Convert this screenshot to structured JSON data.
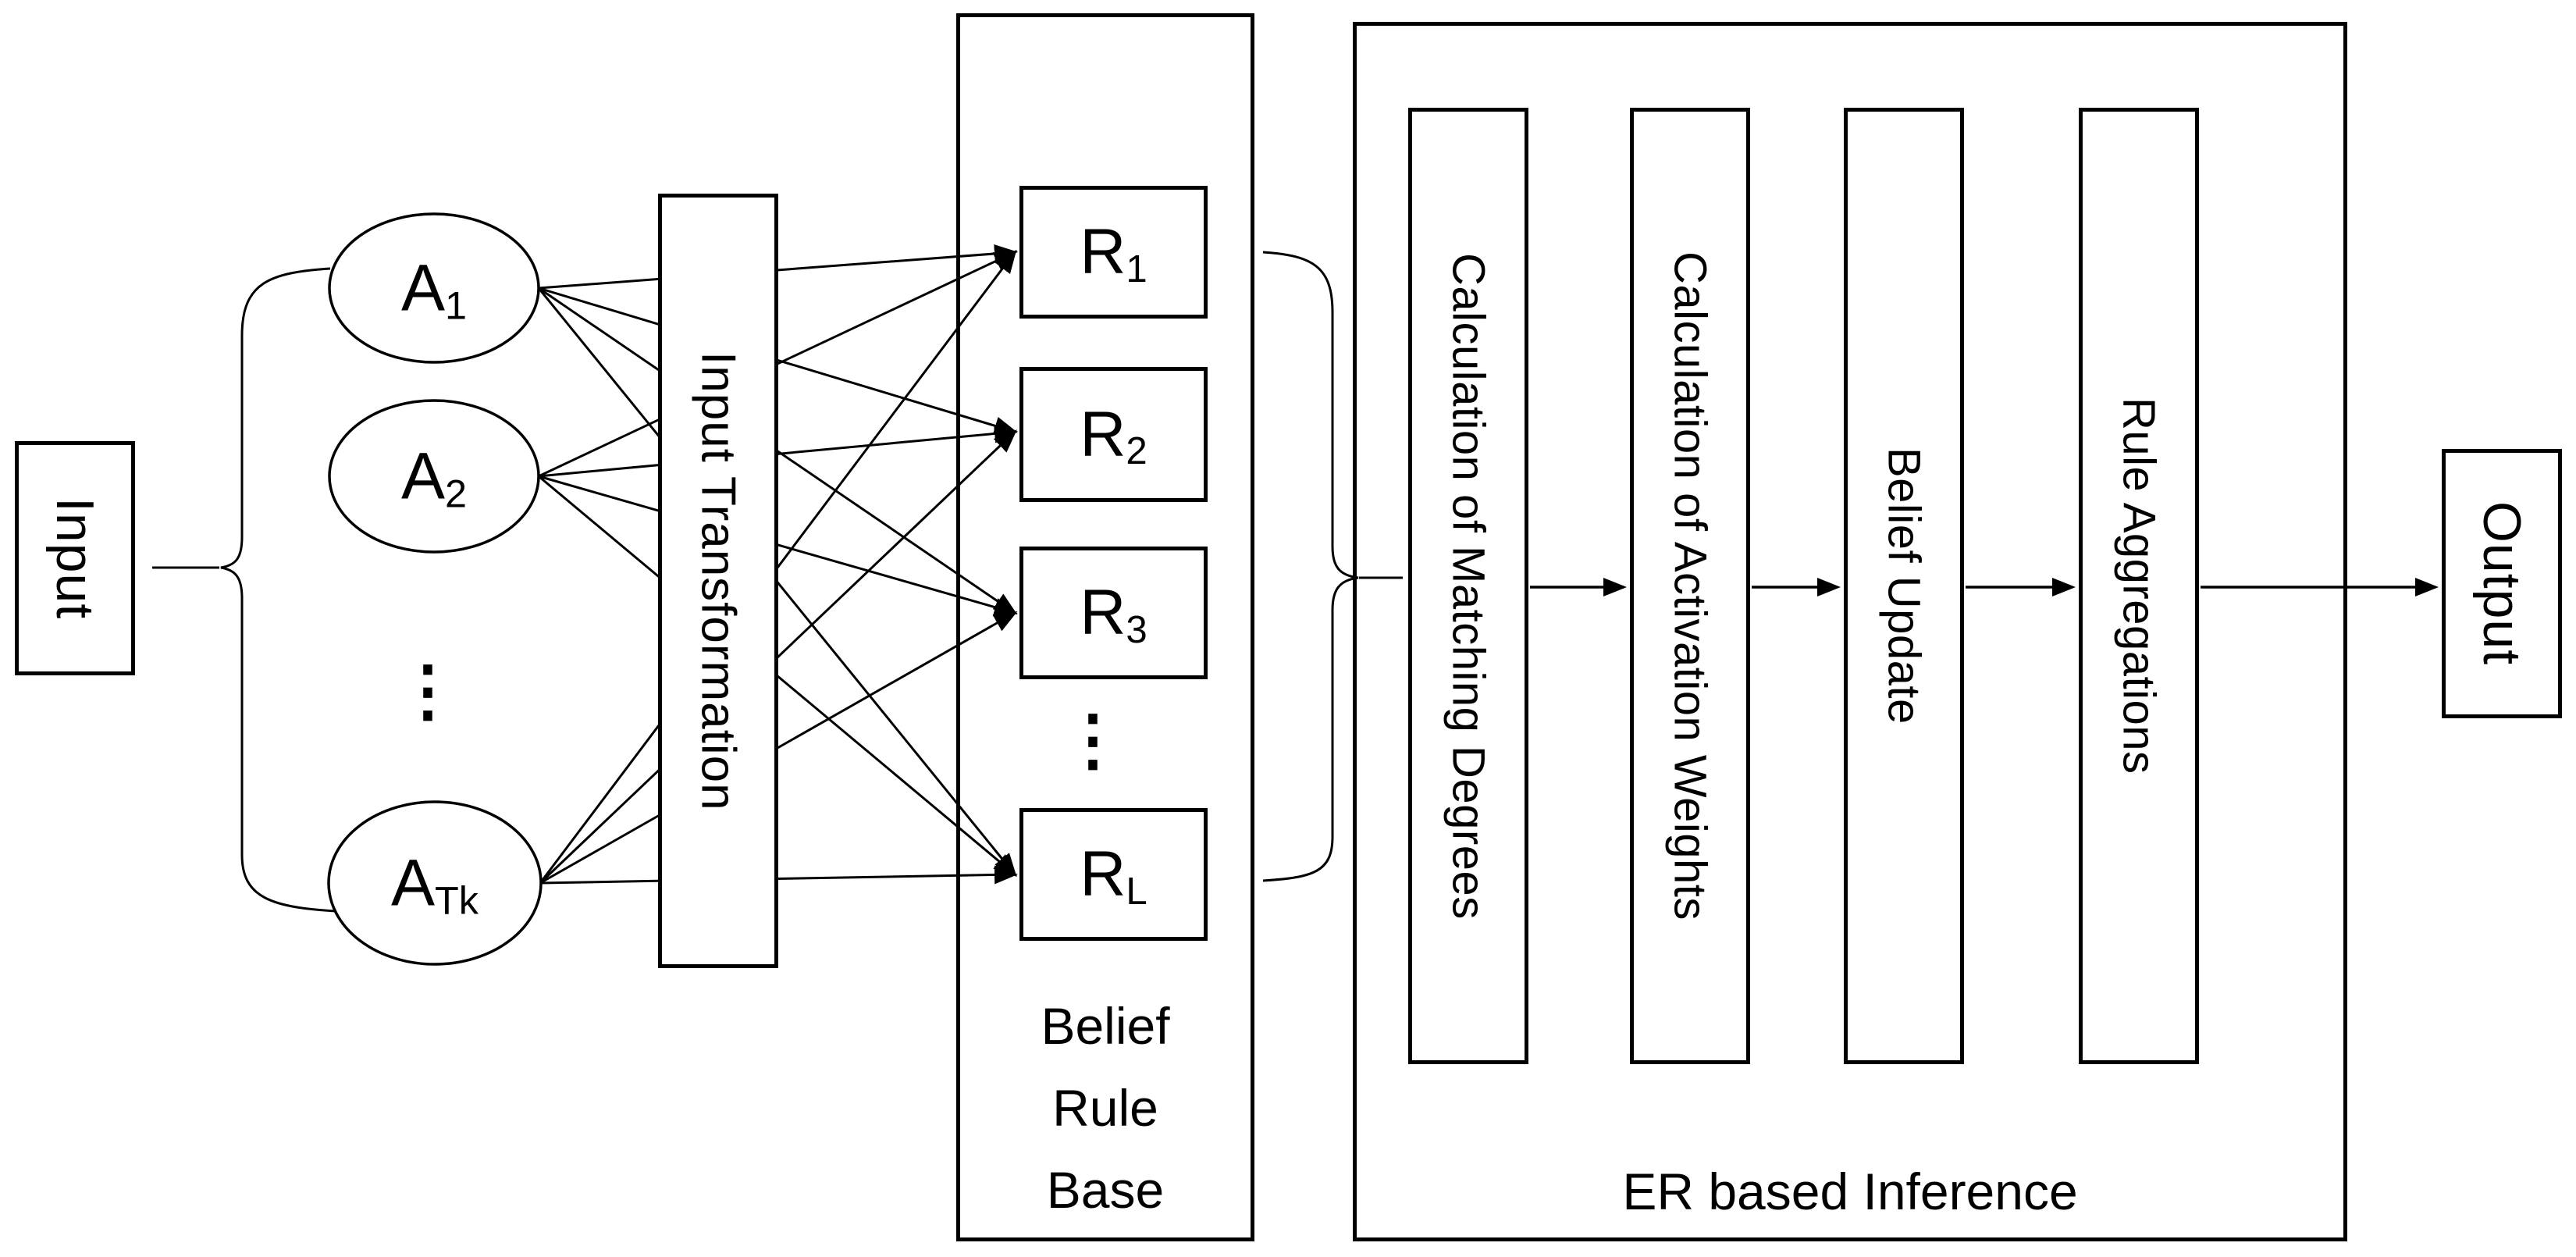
{
  "diagram": {
    "colors": {
      "stroke": "#000000",
      "background": "#ffffff"
    },
    "input_box": {
      "label": "Input"
    },
    "antecedents": {
      "ellipsis": "⋮",
      "items": [
        {
          "base": "A",
          "sub": "1"
        },
        {
          "base": "A",
          "sub": "2"
        },
        {
          "base": "A",
          "sub": "Tk"
        }
      ]
    },
    "transformation": {
      "label": "Input Transformation"
    },
    "belief_rule_base": {
      "title_lines": [
        "Belief",
        "Rule",
        "Base"
      ],
      "ellipsis": "⋮",
      "rules": [
        {
          "base": "R",
          "sub": "1"
        },
        {
          "base": "R",
          "sub": "2"
        },
        {
          "base": "R",
          "sub": "3"
        },
        {
          "base": "R",
          "sub": "L"
        }
      ]
    },
    "er_inference": {
      "label": "ER based Inference",
      "steps": [
        "Calculation of Matching Degrees",
        "Calculation of Activation Weights",
        "Belief Update",
        "Rule Aggregations"
      ]
    },
    "output_box": {
      "label": "Output"
    }
  }
}
